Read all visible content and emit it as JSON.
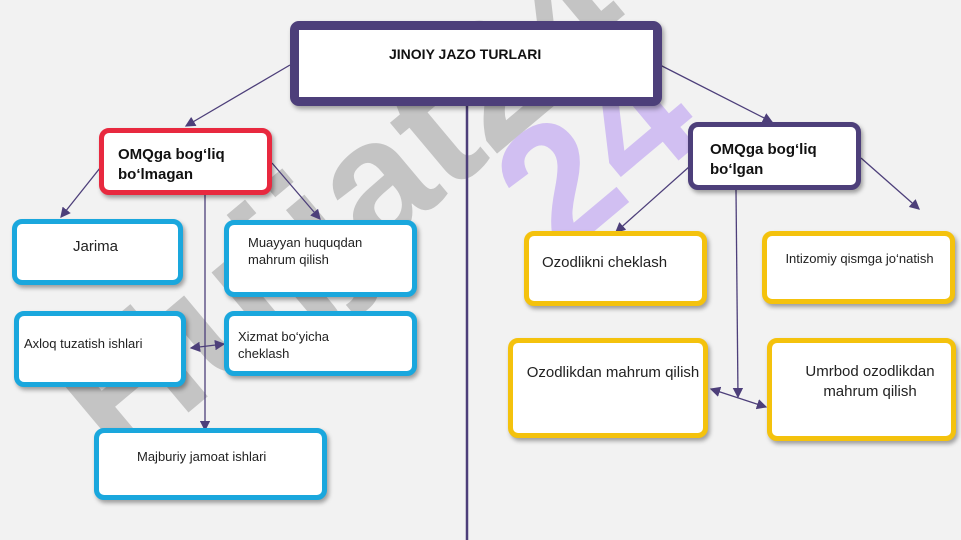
{
  "title": "JINOIY JAZO TURLARI",
  "categories": {
    "left": "OMQga bog‘liq bo‘lmagan",
    "right": "OMQga bog‘liq bo‘lgan"
  },
  "left_items": {
    "jarima": "Jarima",
    "huquq": "Muayyan  huquqdan mahrum qilish",
    "axloq": "Axloq tuzatish ishlari",
    "xizmat": "Xizmat bo‘yicha cheklash",
    "majburiy": "Majburiy jamoat ishlari"
  },
  "right_items": {
    "cheklash": "Ozodlikni cheklash",
    "intizomiy": "Intizomiy qismga jo‘natish",
    "mahrum": "Ozodlikdan mahrum qilish",
    "umrbod": "Umrbod ozodlikdan mahrum qilish"
  },
  "watermark": "Hujjat24",
  "colors": {
    "accent_purple": "#4d3f7a",
    "red": "#e8293f",
    "blue": "#1aa7dd",
    "yellow": "#f4c20d",
    "watermark_gray": "#bdbdbd",
    "watermark_violet": "#c9b3f2"
  }
}
